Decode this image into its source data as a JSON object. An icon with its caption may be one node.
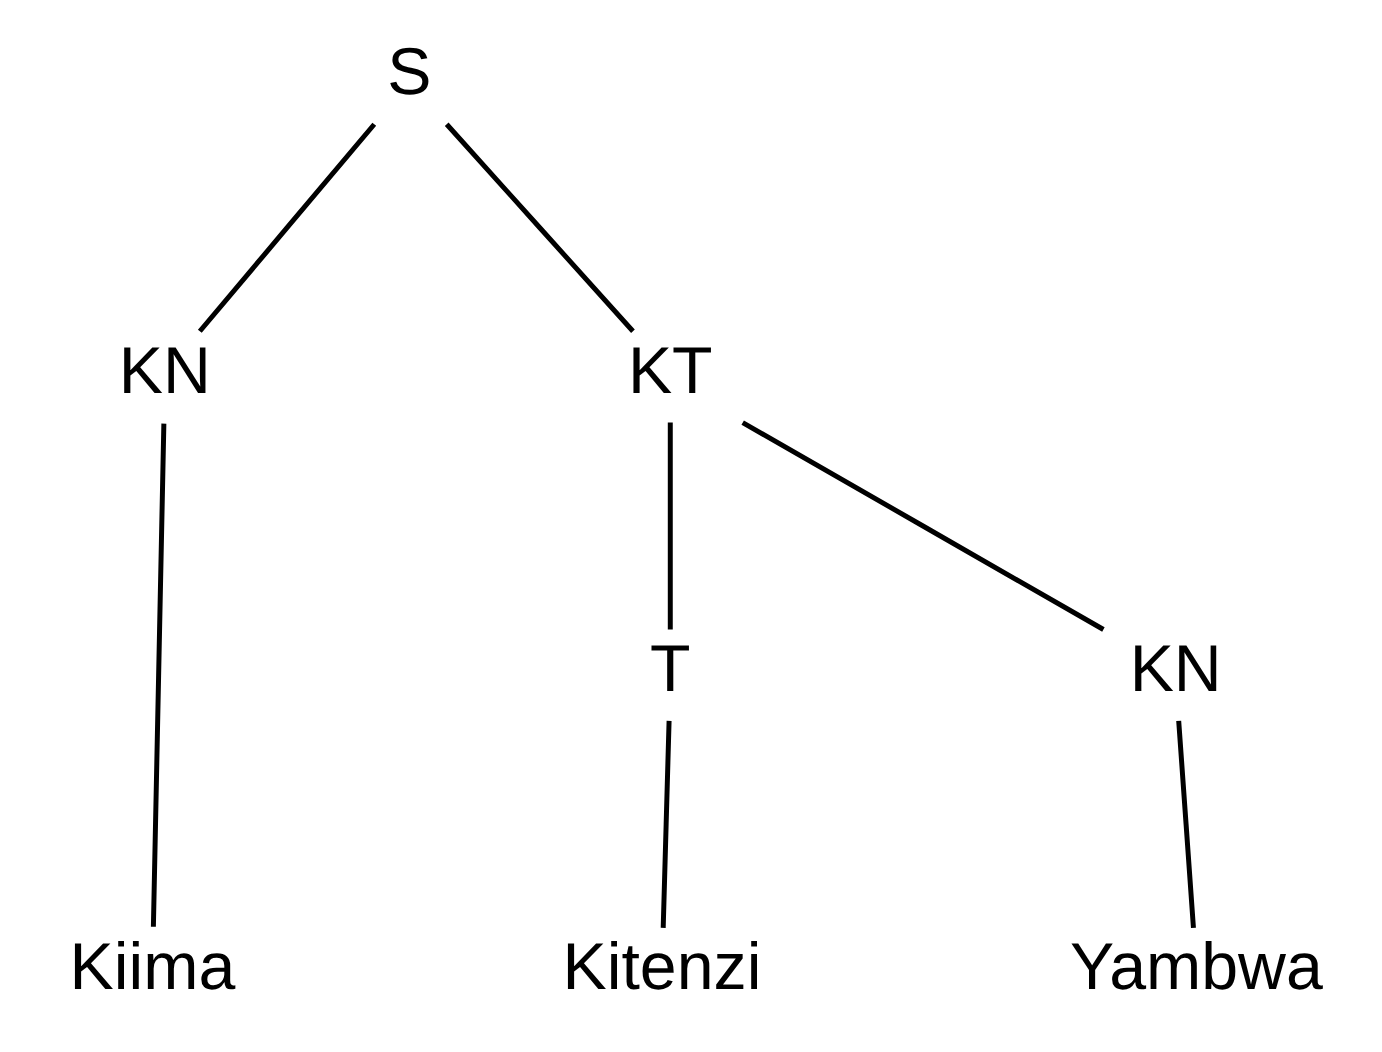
{
  "diagram": {
    "nodes": [
      {
        "text": [
          "S"
        ]
      },
      {
        "text": [
          "KN"
        ]
      },
      {
        "text": [
          "KT"
        ]
      },
      {
        "text": [
          "T"
        ]
      },
      {
        "text": [
          "KN"
        ]
      },
      {
        "text": [
          "Kiima"
        ]
      },
      {
        "text": [
          "Kitenzi"
        ]
      },
      {
        "text": [
          "Yambwa"
        ]
      }
    ],
    "edges": [
      {
        "from": 0,
        "to": 1,
        "arrow": "none"
      },
      {
        "from": 0,
        "to": 2,
        "arrow": "none"
      },
      {
        "from": 1,
        "to": 5,
        "arrow": "none"
      },
      {
        "from": 2,
        "to": 3,
        "arrow": "none"
      },
      {
        "from": 2,
        "to": 4,
        "arrow": "none"
      },
      {
        "from": 3,
        "to": 6,
        "arrow": "none"
      },
      {
        "from": 4,
        "to": 7,
        "arrow": "none"
      }
    ]
  }
}
